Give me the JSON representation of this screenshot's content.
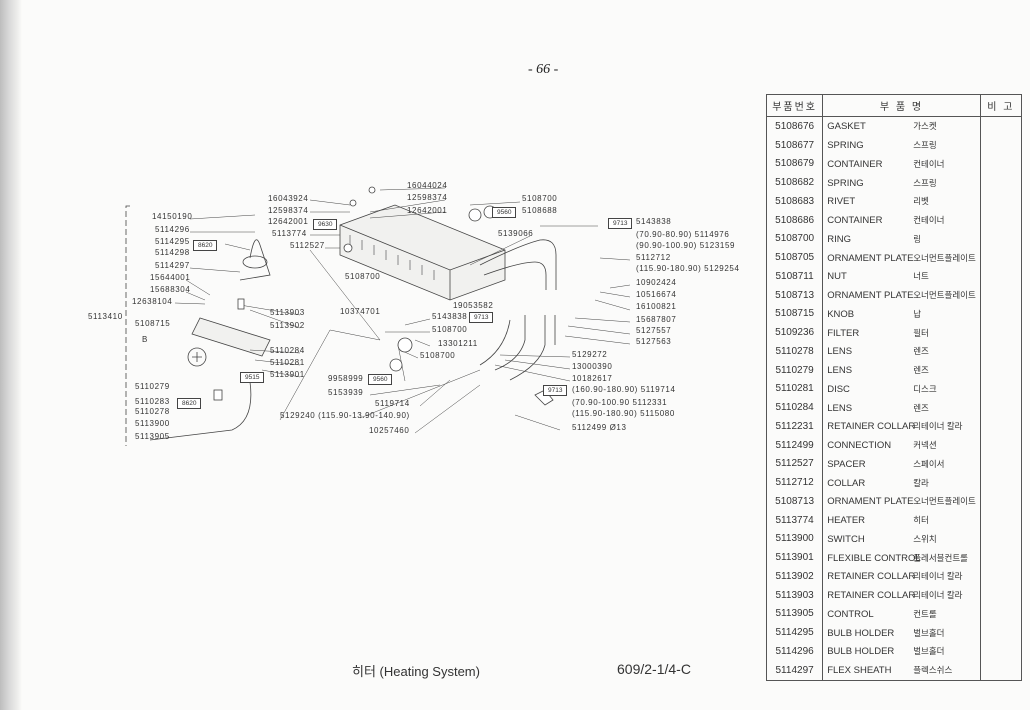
{
  "page_number": "- 66 -",
  "footer": {
    "title": "히터 (Heating System)",
    "code": "609/2-1/4-C"
  },
  "table": {
    "headers": [
      "부품번호",
      "부    품    명",
      "비  고"
    ],
    "rows": [
      {
        "no": "5108676",
        "en": "GASKET",
        "ko": "가스켓"
      },
      {
        "no": "5108677",
        "en": "SPRING",
        "ko": "스프링"
      },
      {
        "no": "5108679",
        "en": "CONTAINER",
        "ko": "컨테이너"
      },
      {
        "no": "5108682",
        "en": "SPRING",
        "ko": "스프링"
      },
      {
        "no": "5108683",
        "en": "RIVET",
        "ko": "리벳"
      },
      {
        "no": "5108686",
        "en": "CONTAINER",
        "ko": "컨테이너"
      },
      {
        "no": "5108700",
        "en": "RING",
        "ko": "링"
      },
      {
        "no": "5108705",
        "en": "ORNAMENT PLATE",
        "ko": "오너먼트플레이트"
      },
      {
        "no": "5108711",
        "en": "NUT",
        "ko": "너트"
      },
      {
        "no": "5108713",
        "en": "ORNAMENT PLATE",
        "ko": "오너먼트플레이트"
      },
      {
        "no": "5108715",
        "en": "KNOB",
        "ko": "납"
      },
      {
        "no": "5109236",
        "en": "FILTER",
        "ko": "필터"
      },
      {
        "no": "5110278",
        "en": "LENS",
        "ko": "렌즈"
      },
      {
        "no": "5110279",
        "en": "LENS",
        "ko": "렌즈"
      },
      {
        "no": "5110281",
        "en": "DISC",
        "ko": "디스크"
      },
      {
        "no": "5110284",
        "en": "LENS",
        "ko": "렌즈"
      },
      {
        "no": "5112231",
        "en": "RETAINER COLLAR",
        "ko": "리테이너 칼라"
      },
      {
        "no": "5112499",
        "en": "CONNECTION",
        "ko": "커넥션"
      },
      {
        "no": "5112527",
        "en": "SPACER",
        "ko": "스페이서"
      },
      {
        "no": "5112712",
        "en": "COLLAR",
        "ko": "칼라"
      },
      {
        "no": "5108713",
        "en": "ORNAMENT PLATE",
        "ko": "오너먼트플레이트"
      },
      {
        "no": "5113774",
        "en": "HEATER",
        "ko": "히터"
      },
      {
        "no": "5113900",
        "en": "SWITCH",
        "ko": "스위치"
      },
      {
        "no": "5113901",
        "en": "FLEXIBLE CONTROL",
        "ko": "플레서블컨트롤"
      },
      {
        "no": "5113902",
        "en": "RETAINER COLLAR",
        "ko": "리테이너 칼라"
      },
      {
        "no": "5113903",
        "en": "RETAINER COLLAR",
        "ko": "리테이너 칼라"
      },
      {
        "no": "5113905",
        "en": "CONTROL",
        "ko": "컨트롤"
      },
      {
        "no": "5114295",
        "en": "BULB HOLDER",
        "ko": "벌브홀더"
      },
      {
        "no": "5114296",
        "en": "BULB HOLDER",
        "ko": "벌브홀더"
      },
      {
        "no": "5114297",
        "en": "FLEX SHEATH",
        "ko": "플렉스쉬스"
      }
    ]
  },
  "diagram": {
    "labels": [
      "14150190",
      "5114296",
      "5114295",
      "5114298",
      "5114297",
      "15644001",
      "15688304",
      "12638104",
      "5113410",
      "5108715",
      "B",
      "5110279",
      "5110283",
      "5110278",
      "5113900",
      "5113905",
      "16043924",
      "12598374",
      "12642001",
      "5113774",
      "5112527",
      "5113903",
      "5113902",
      "5110284",
      "5110281",
      "5113901",
      "5129240 (115.90-13.90-140.90)",
      "10257460",
      "9958999",
      "5153939",
      "5119714",
      "5108700",
      "10374701",
      "5143838",
      "5108700",
      "13301211",
      "5108700",
      "19053582",
      "16044024",
      "12598374",
      "12642001",
      "5108700",
      "5108688",
      "5143838",
      "5139066",
      "(70.90-80.90)  5114976",
      "(90.90-100.90) 5123159",
      "5112712",
      "(115.90-180.90)  5129254",
      "10902424",
      "10516674",
      "16100821",
      "15687807",
      "5127557",
      "5127563",
      "5129272",
      "13000390",
      "10182617",
      "(160.90-180.90)  5119714",
      "(70.90-100.90      5112331",
      "(115.90-180.90)  5115080",
      "5112499  Ø13"
    ],
    "boxes": [
      "8620",
      "9515",
      "8620",
      "9630",
      "9560",
      "9713",
      "9560",
      "9713",
      "9713"
    ]
  }
}
